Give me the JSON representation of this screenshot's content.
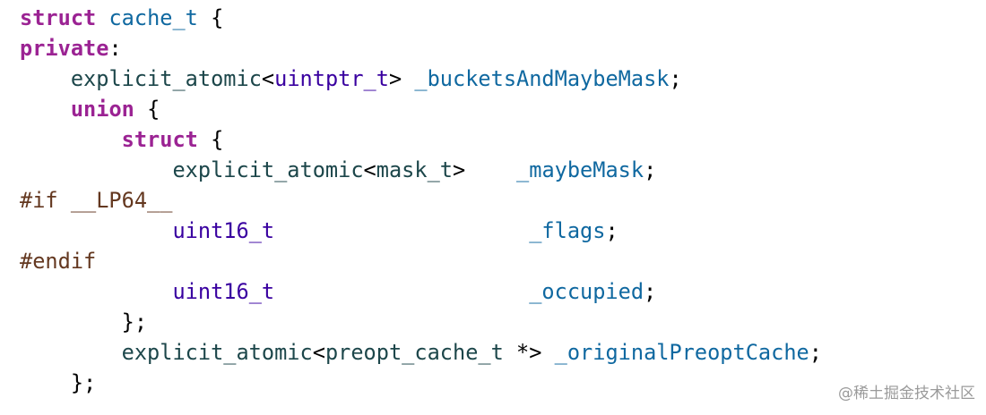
{
  "colors": {
    "keyword": "#9B2393",
    "type": "#1C464A",
    "system_type": "#3900A0",
    "member": "#0F68A0",
    "preprocessor": "#643820",
    "plain": "#000000",
    "background": "#FFFFFF"
  },
  "code": [
    {
      "tokens": [
        {
          "t": "struct",
          "c": "kw"
        },
        {
          "t": " ",
          "c": "plain"
        },
        {
          "t": "cache_t",
          "c": "member"
        },
        {
          "t": " {",
          "c": "plain"
        }
      ]
    },
    {
      "tokens": [
        {
          "t": "private",
          "c": "kw"
        },
        {
          "t": ":",
          "c": "plain"
        }
      ]
    },
    {
      "tokens": [
        {
          "t": "    ",
          "c": "plain"
        },
        {
          "t": "explicit_atomic",
          "c": "type"
        },
        {
          "t": "<",
          "c": "plain"
        },
        {
          "t": "uintptr_t",
          "c": "systype"
        },
        {
          "t": "> ",
          "c": "plain"
        },
        {
          "t": "_bucketsAndMaybeMask",
          "c": "member"
        },
        {
          "t": ";",
          "c": "plain"
        }
      ]
    },
    {
      "tokens": [
        {
          "t": "    ",
          "c": "plain"
        },
        {
          "t": "union",
          "c": "kw"
        },
        {
          "t": " {",
          "c": "plain"
        }
      ]
    },
    {
      "tokens": [
        {
          "t": "        ",
          "c": "plain"
        },
        {
          "t": "struct",
          "c": "kw"
        },
        {
          "t": " {",
          "c": "plain"
        }
      ]
    },
    {
      "tokens": [
        {
          "t": "            ",
          "c": "plain"
        },
        {
          "t": "explicit_atomic",
          "c": "type"
        },
        {
          "t": "<",
          "c": "plain"
        },
        {
          "t": "mask_t",
          "c": "type"
        },
        {
          "t": ">    ",
          "c": "plain"
        },
        {
          "t": "_maybeMask",
          "c": "member"
        },
        {
          "t": ";",
          "c": "plain"
        }
      ]
    },
    {
      "tokens": [
        {
          "t": "#if __LP64__",
          "c": "pre"
        }
      ]
    },
    {
      "tokens": [
        {
          "t": "            ",
          "c": "plain"
        },
        {
          "t": "uint16_t",
          "c": "systype"
        },
        {
          "t": "                    ",
          "c": "plain"
        },
        {
          "t": "_flags",
          "c": "member"
        },
        {
          "t": ";",
          "c": "plain"
        }
      ]
    },
    {
      "tokens": [
        {
          "t": "#endif",
          "c": "pre"
        }
      ]
    },
    {
      "tokens": [
        {
          "t": "            ",
          "c": "plain"
        },
        {
          "t": "uint16_t",
          "c": "systype"
        },
        {
          "t": "                    ",
          "c": "plain"
        },
        {
          "t": "_occupied",
          "c": "member"
        },
        {
          "t": ";",
          "c": "plain"
        }
      ]
    },
    {
      "tokens": [
        {
          "t": "        };",
          "c": "plain"
        }
      ]
    },
    {
      "tokens": [
        {
          "t": "        ",
          "c": "plain"
        },
        {
          "t": "explicit_atomic",
          "c": "type"
        },
        {
          "t": "<",
          "c": "plain"
        },
        {
          "t": "preopt_cache_t",
          "c": "type"
        },
        {
          "t": " *> ",
          "c": "plain"
        },
        {
          "t": "_originalPreoptCache",
          "c": "member"
        },
        {
          "t": ";",
          "c": "plain"
        }
      ]
    },
    {
      "tokens": [
        {
          "t": "    };",
          "c": "plain"
        }
      ]
    }
  ],
  "watermark": "@稀土掘金技术社区"
}
